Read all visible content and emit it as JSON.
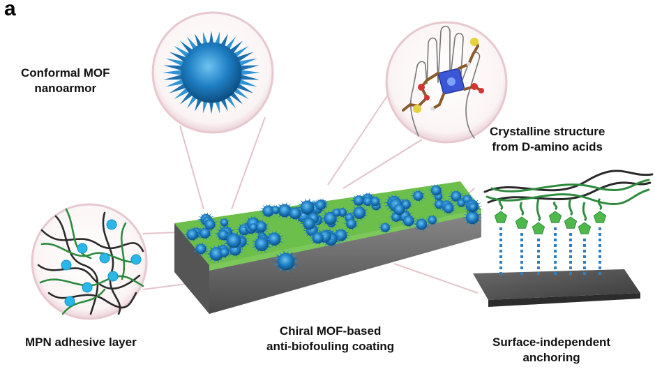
{
  "panel_label": "a",
  "labels": {
    "nanoarmor": [
      "Conformal MOF",
      "nanoarmor"
    ],
    "crystalline": [
      "Crystalline structure",
      "from D-amino acids"
    ],
    "mpn": [
      "MPN adhesive layer"
    ],
    "coating": [
      "Chiral MOF-based",
      "anti-biofouling coating"
    ],
    "anchoring": [
      "Surface-independent",
      "anchoring"
    ]
  },
  "colors": {
    "mof_blue": "#1e7fc4",
    "film_green": "#6dbf4b",
    "substrate_gray": "#5a5a5a",
    "polymer_green": "#2e8b3e",
    "polymer_black": "#2a2a2a",
    "metal_ion_cyan": "#29b6e8",
    "callout_pink": "#e9c9cf",
    "anchor_dots": "#2f7fc0"
  },
  "icons": {
    "nanoflower": "mof-nanoflower-icon",
    "hand": "hand-outline-icon",
    "molecule": "amino-acid-molecule-icon"
  }
}
